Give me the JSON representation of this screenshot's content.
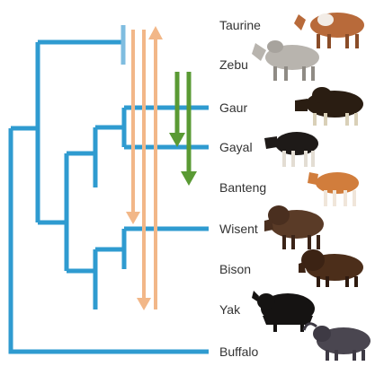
{
  "diagram": {
    "taxa": [
      {
        "label": "Taurine",
        "icon": "taurine-cattle-icon"
      },
      {
        "label": "Zebu",
        "icon": "zebu-cattle-icon"
      },
      {
        "label": "Gaur",
        "icon": "gaur-icon"
      },
      {
        "label": "Gayal",
        "icon": "gayal-icon"
      },
      {
        "label": "Banteng",
        "icon": "banteng-icon"
      },
      {
        "label": "Wisent",
        "icon": "wisent-icon"
      },
      {
        "label": "Bison",
        "icon": "bison-icon"
      },
      {
        "label": "Yak",
        "icon": "yak-icon"
      },
      {
        "label": "Buffalo",
        "icon": "water-buffalo-icon"
      }
    ],
    "colors": {
      "tree": "#2f9bd0",
      "tree_faded": "#a9cfe6",
      "cattle_gene_flow": "#f2b788",
      "gaur_gene_flow": "#5a9a34",
      "label_text": "#333333"
    }
  }
}
